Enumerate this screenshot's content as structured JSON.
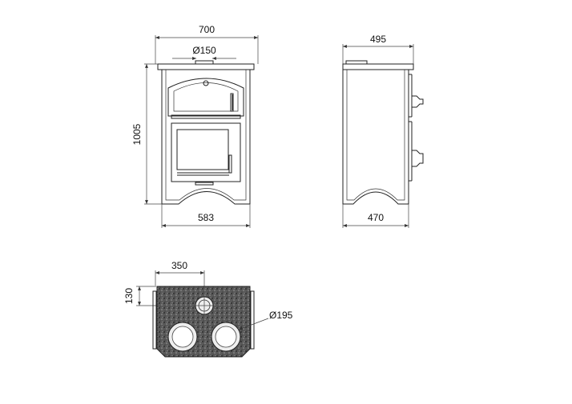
{
  "front_view": {
    "width_top": "700",
    "flue_diameter": "Ø150",
    "height": "1005",
    "width_base": "583"
  },
  "side_view": {
    "depth_top": "495",
    "depth_base": "470"
  },
  "top_view": {
    "flue_offset_x": "350",
    "flue_offset_y": "130",
    "hotplate_diameter": "Ø195"
  }
}
